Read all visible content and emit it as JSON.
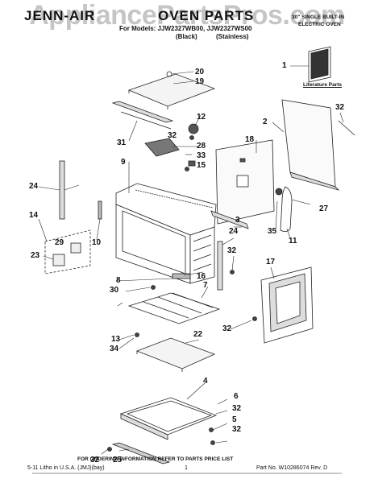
{
  "watermark": "AppliancePartsPros.com",
  "header": {
    "brand": "JENN-AIR",
    "title": "OVEN PARTS",
    "models_line": "For Models: JJW2327WB00, JJW2327WS00",
    "black": "(Black)",
    "stainless": "(Stainless)",
    "tr_line1": "30\" SINGLE BUILT-IN",
    "tr_line2": "ELECTRIC OVEN"
  },
  "literature_parts": "Literature Parts",
  "callouts": {
    "c1": "1",
    "c2": "2",
    "c3": "3",
    "c4": "4",
    "c5": "5",
    "c6": "6",
    "c7": "7",
    "c8": "8",
    "c9": "9",
    "c10": "10",
    "c11": "11",
    "c12": "12",
    "c13": "13",
    "c14": "14",
    "c15": "15",
    "c16": "16",
    "c17": "17",
    "c18": "18",
    "c19": "19",
    "c20": "20",
    "c22": "22",
    "c23": "23",
    "c24a": "24",
    "c24b": "24",
    "c25": "25",
    "c27": "27",
    "c28": "28",
    "c29": "29",
    "c30": "30",
    "c31": "31",
    "c32a": "32",
    "c32b": "32",
    "c32c": "32",
    "c32d": "32",
    "c32e": "32",
    "c32f": "32",
    "c32g": "32",
    "c33": "33",
    "c34": "34",
    "c35": "35"
  },
  "footer": {
    "ordering": "FOR ORDERING INFORMATION REFER TO PARTS PRICE LIST",
    "litho": "5-11 Litho in U.S.A. (JMJ)(bay)",
    "page": "1",
    "part_no": "Part No. W10286074 Rev. D"
  }
}
